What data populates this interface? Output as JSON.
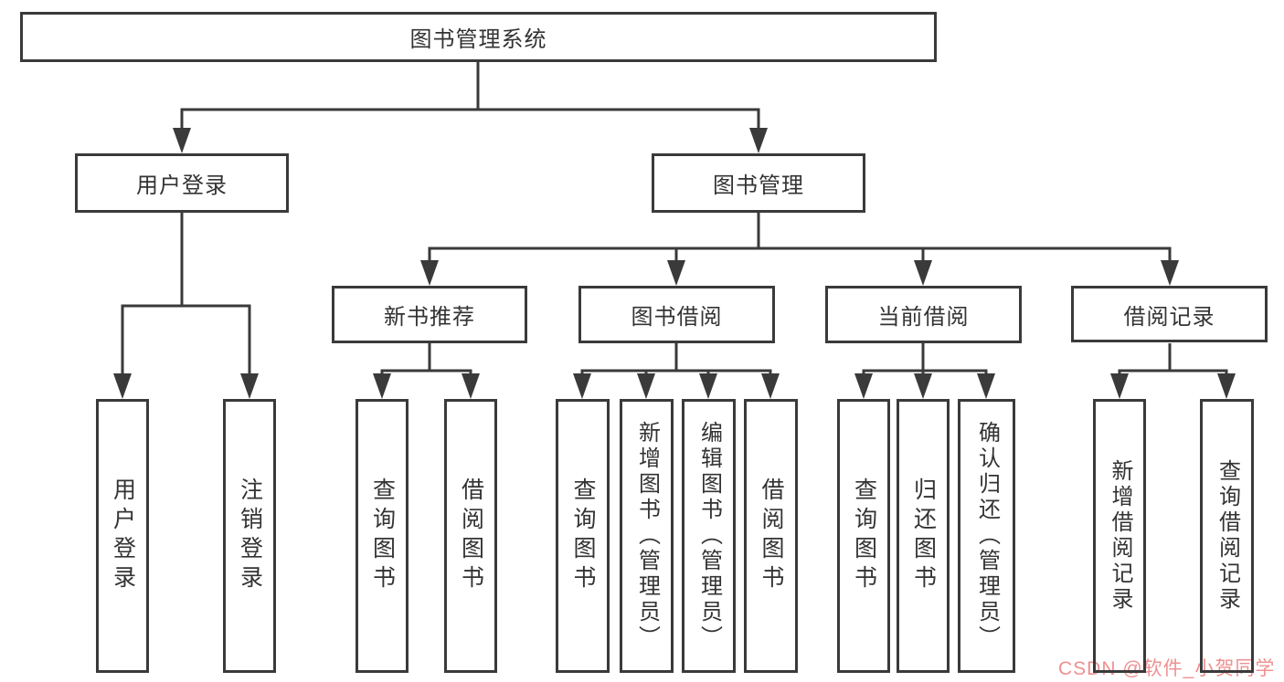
{
  "diagram_type": "hierarchy-tree",
  "colors": {
    "line": "#3a3a3a",
    "box_border": "#3a3a3a",
    "text": "#333333",
    "watermark": "#ef9090",
    "background": "#ffffff"
  },
  "tree": {
    "root": {
      "label": "图书管理系统",
      "children": [
        {
          "label": "用户登录",
          "children": [
            {
              "label": "用户登录"
            },
            {
              "label": "注销登录"
            }
          ]
        },
        {
          "label": "图书管理",
          "children": [
            {
              "label": "新书推荐",
              "children": [
                {
                  "label": "查询图书"
                },
                {
                  "label": "借阅图书"
                }
              ]
            },
            {
              "label": "图书借阅",
              "children": [
                {
                  "label": "查询图书"
                },
                {
                  "label": "新增图书（管理员）"
                },
                {
                  "label": "编辑图书（管理员）"
                },
                {
                  "label": "借阅图书"
                }
              ]
            },
            {
              "label": "当前借阅",
              "children": [
                {
                  "label": "查询图书"
                },
                {
                  "label": "归还图书"
                },
                {
                  "label": "确认归还（管理员）"
                }
              ]
            },
            {
              "label": "借阅记录",
              "children": [
                {
                  "label": "新增借阅记录"
                },
                {
                  "label": "查询借阅记录"
                }
              ]
            }
          ]
        }
      ]
    }
  },
  "watermark": {
    "text": "CSDN @软件_小贺同学"
  }
}
